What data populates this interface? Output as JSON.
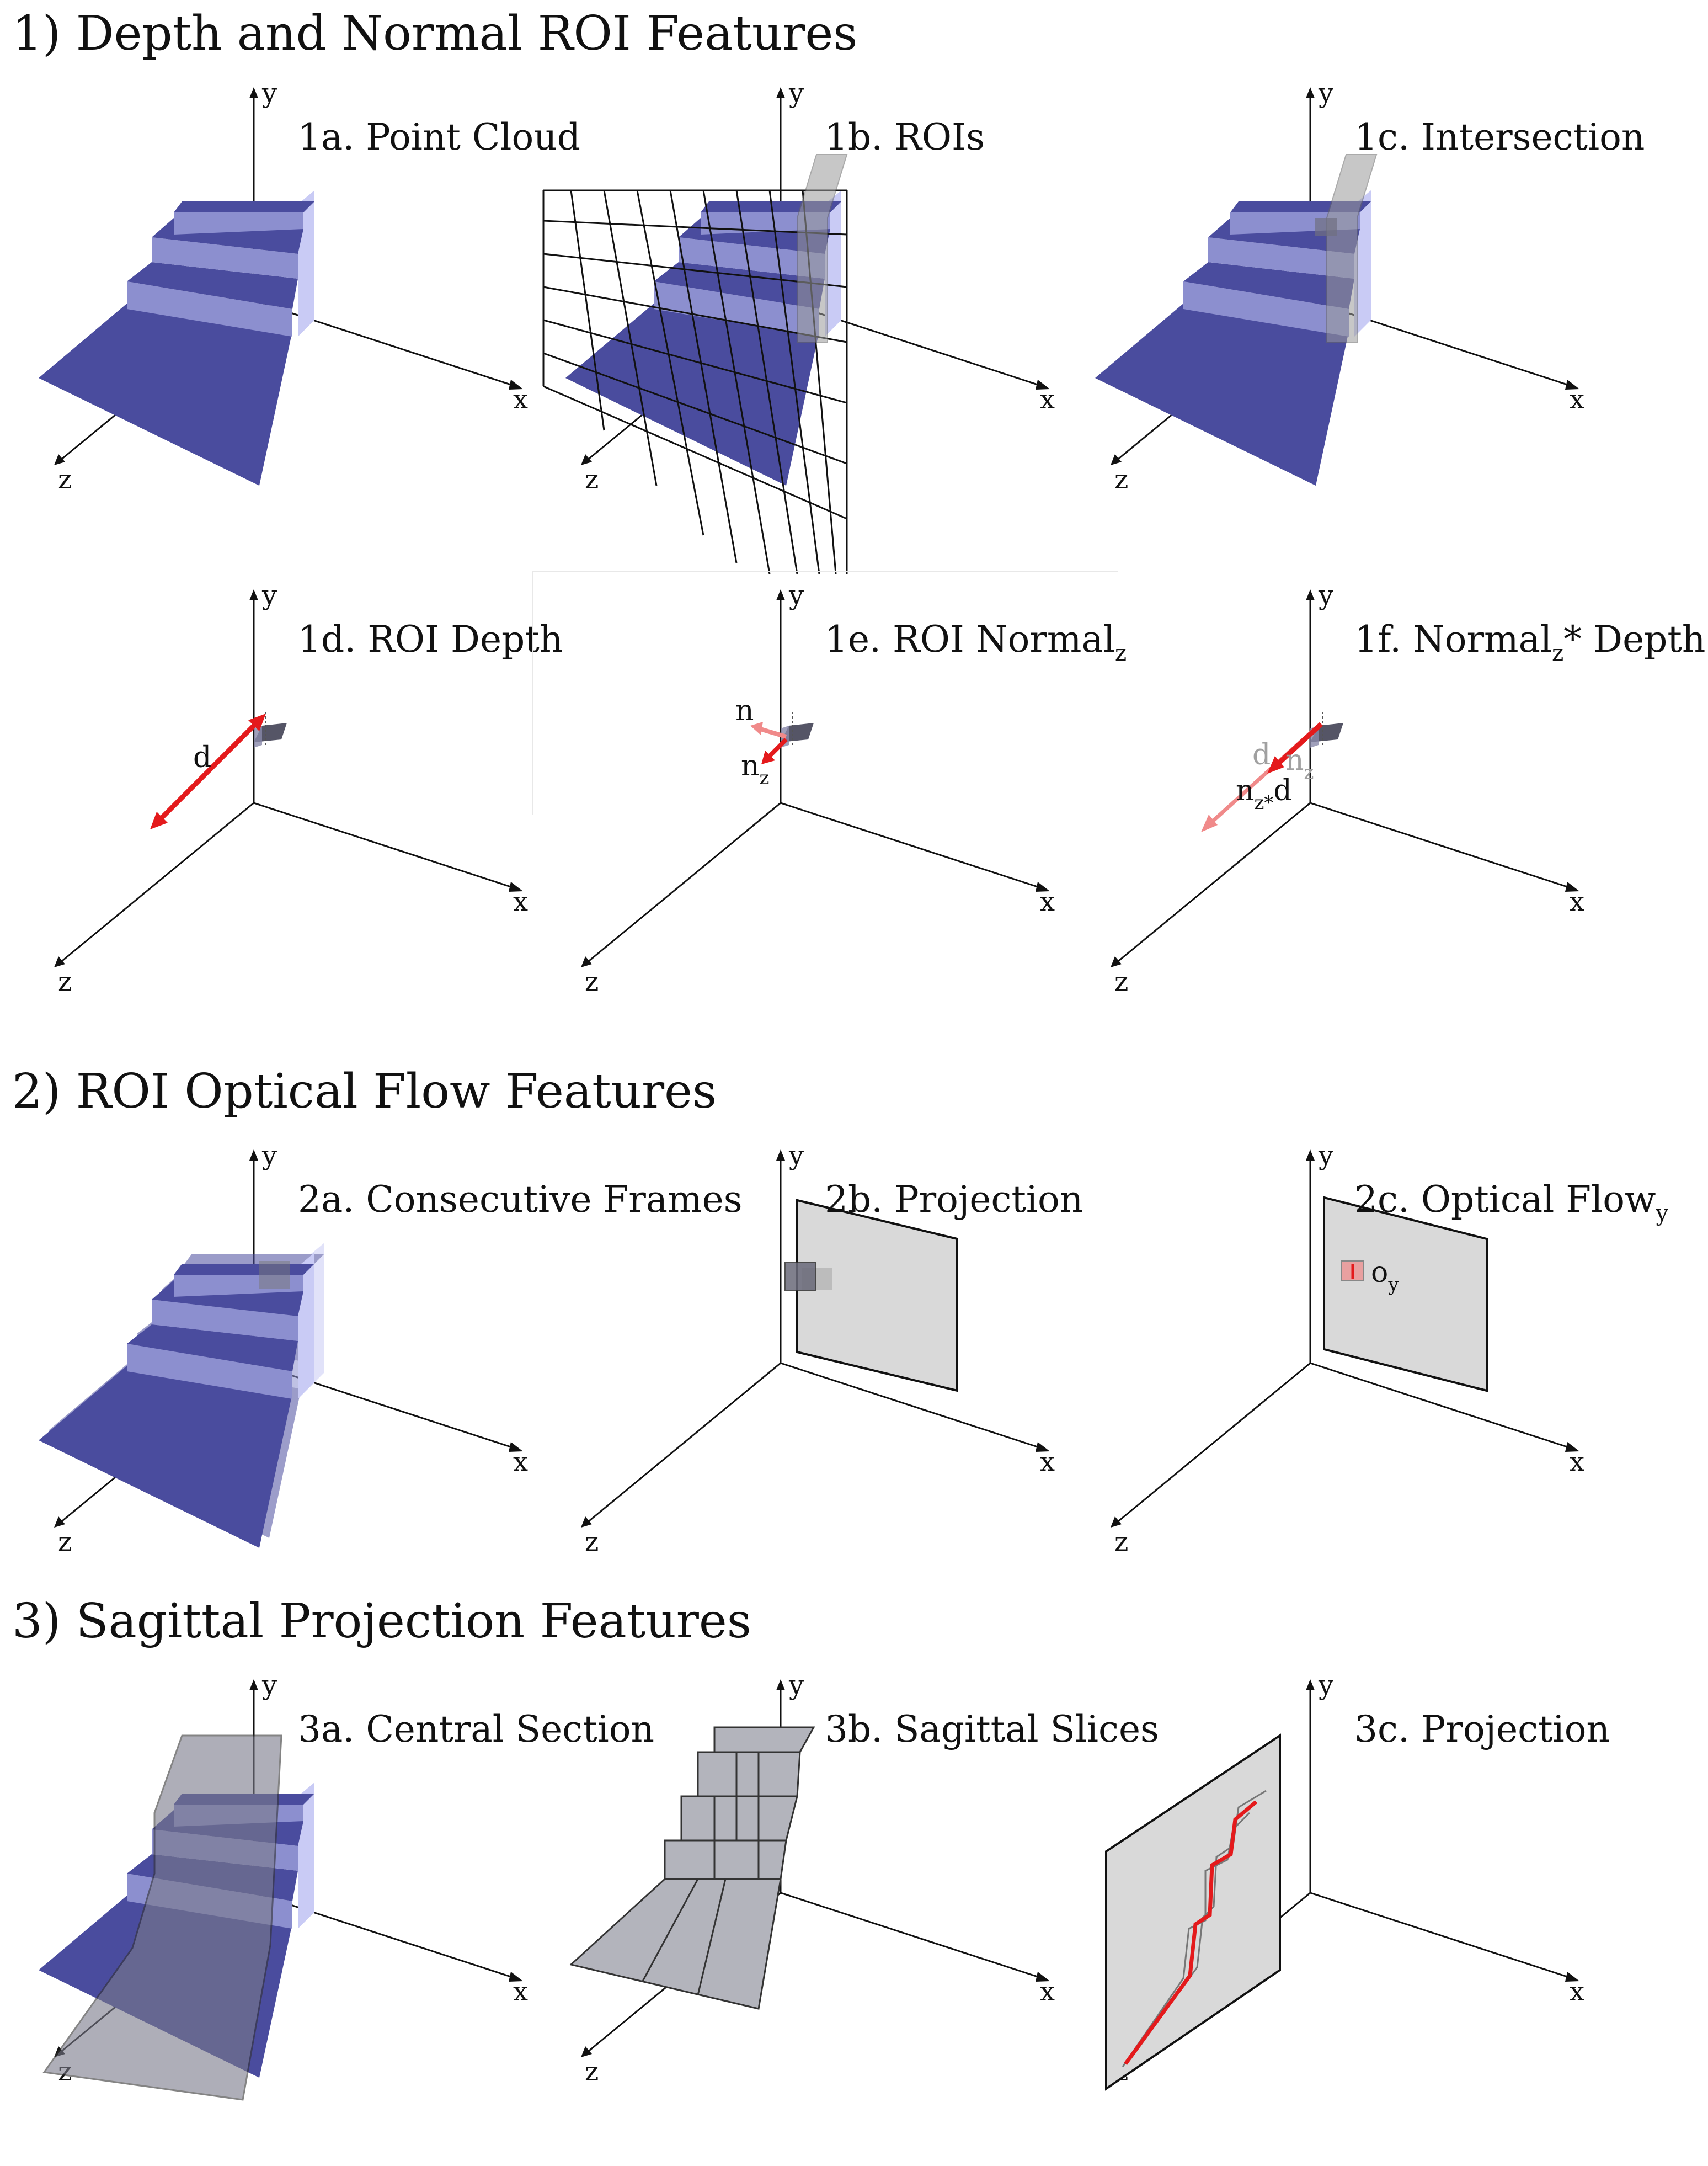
{
  "sections": [
    {
      "title": "1) Depth and Normal ROI Features"
    },
    {
      "title": "2) ROI Optical Flow Features"
    },
    {
      "title": "3) Sagittal Projection Features"
    }
  ],
  "panels": {
    "p1a": {
      "title": "1a. Point Cloud"
    },
    "p1b": {
      "title": "1b. ROIs"
    },
    "p1c": {
      "title": "1c. Intersection"
    },
    "p1d": {
      "title": "1d. ROI Depth"
    },
    "p1e": {
      "title_main": "1e. ROI Normal",
      "title_sub": "z"
    },
    "p1f": {
      "title_main": "1f. Normal",
      "title_sub": "z",
      "title_tail": "* Depth"
    },
    "p2a": {
      "title": "2a. Consecutive Frames"
    },
    "p2b": {
      "title": "2b. Projection"
    },
    "p2c": {
      "title_main": "2c. Optical Flow",
      "title_sub": "y"
    },
    "p3a": {
      "title": "3a. Central Section"
    },
    "p3b": {
      "title": "3b. Sagittal Slices"
    },
    "p3c": {
      "title": "3c. Projection"
    }
  },
  "axes": {
    "x": "x",
    "y": "y",
    "z": "z"
  },
  "labels": {
    "d": "d",
    "n": "n",
    "nz_main": "n",
    "nz_sub": "z",
    "nzd_main": "n",
    "nzd_sub": "z*",
    "nzd_tail": "d",
    "oy_main": "o",
    "oy_sub": "y"
  },
  "colors": {
    "stair_blue": "#4a4c9e",
    "stair_riser": "#8c8fcf",
    "stair_side": "#c9cbf5",
    "roi_gray": "#9a9a9a",
    "plane_gray": "#d9d9d9",
    "arrow_red": "#e41a1c",
    "arrow_light_red": "#f08a8a"
  }
}
